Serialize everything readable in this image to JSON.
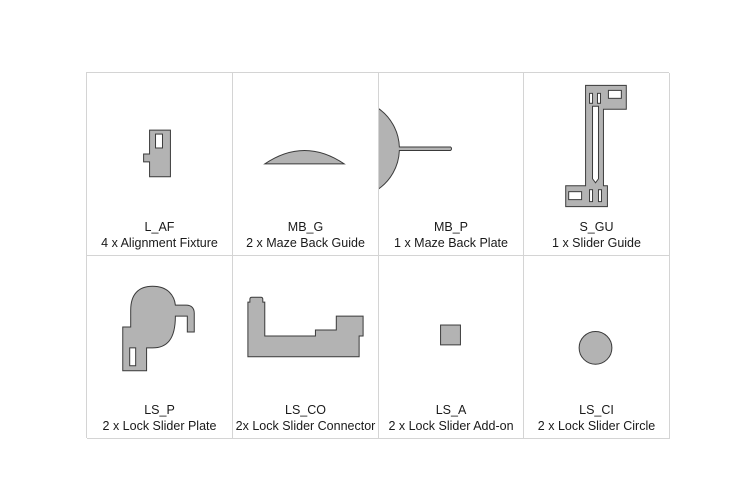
{
  "parts": [
    {
      "code": "L_AF",
      "description": "4 x Alignment Fixture",
      "shape": "alignment-fixture"
    },
    {
      "code": "MB_G",
      "description": "2 x Maze Back Guide",
      "shape": "arc-segment"
    },
    {
      "code": "MB_P",
      "description": "1 x Maze Back Plate",
      "shape": "slotted-disc"
    },
    {
      "code": "S_GU",
      "description": "1 x Slider Guide",
      "shape": "slider-guide"
    },
    {
      "code": "LS_P",
      "description": "2 x Lock Slider Plate",
      "shape": "lock-slider-plate"
    },
    {
      "code": "LS_CO",
      "description": "2x Lock Slider Connector",
      "shape": "lock-slider-connector"
    },
    {
      "code": "LS_A",
      "description": "2 x Lock Slider Add-on",
      "shape": "square"
    },
    {
      "code": "LS_CI",
      "description": "2 x Lock Slider Circle",
      "shape": "circle"
    }
  ],
  "colors": {
    "part_fill": "#b3b3b3",
    "part_outline": "#3a3a3a",
    "grid_line": "#d4d4d4"
  }
}
